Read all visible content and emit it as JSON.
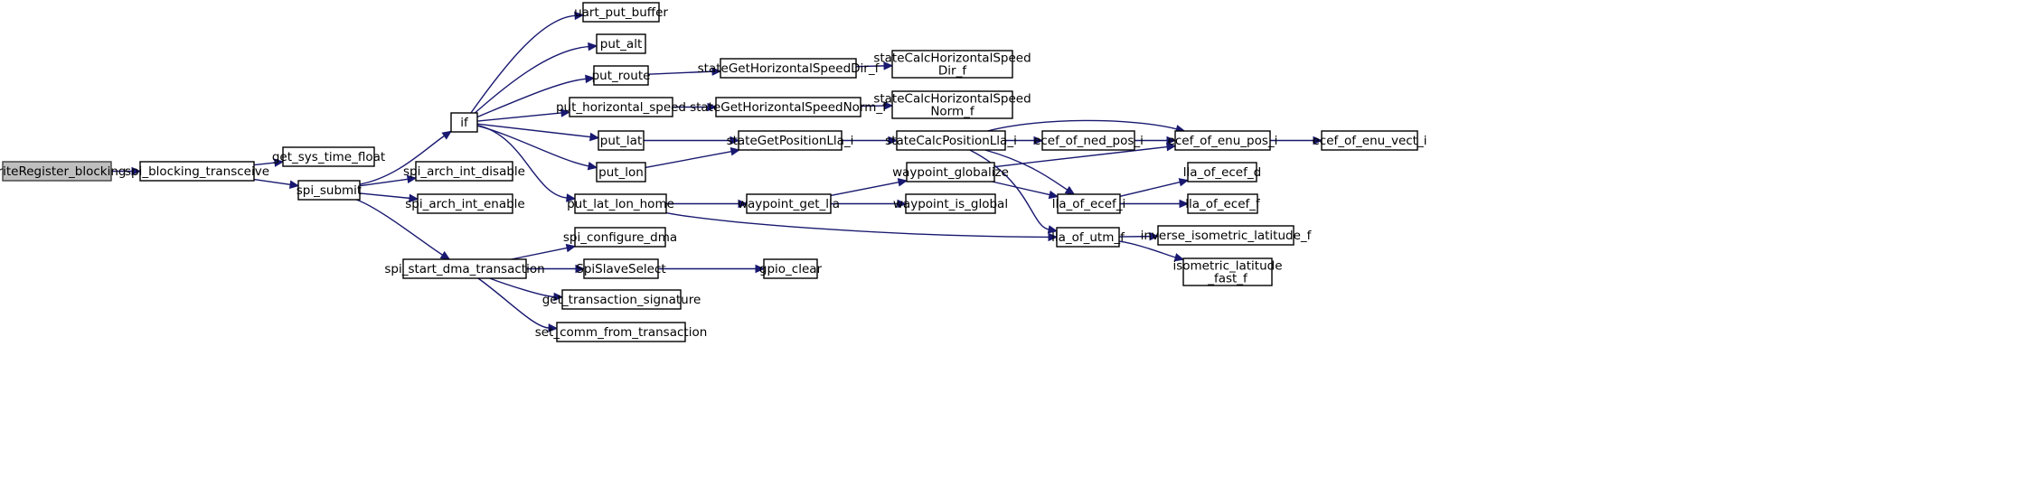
{
  "diagram": {
    "edge_color": "#191970",
    "root_fill": "#bfbfbf",
    "nodes": {
      "writeRegister_blocking": {
        "label": [
          "writeRegister_blocking"
        ],
        "root": true
      },
      "spi_blocking_transceive": {
        "label": [
          "spi_blocking_transceive"
        ]
      },
      "get_sys_time_float": {
        "label": [
          "get_sys_time_float"
        ]
      },
      "spi_submit": {
        "label": [
          "spi_submit"
        ]
      },
      "if": {
        "label": [
          "if"
        ]
      },
      "spi_arch_int_disable": {
        "label": [
          "spi_arch_int_disable"
        ]
      },
      "spi_arch_int_enable": {
        "label": [
          "spi_arch_int_enable"
        ]
      },
      "spi_start_dma_transaction": {
        "label": [
          "spi_start_dma_transaction"
        ]
      },
      "uart_put_buffer": {
        "label": [
          "uart_put_buffer"
        ]
      },
      "put_alt": {
        "label": [
          "put_alt"
        ]
      },
      "put_route": {
        "label": [
          "put_route"
        ]
      },
      "put_horizontal_speed": {
        "label": [
          "put_horizontal_speed"
        ]
      },
      "put_lat": {
        "label": [
          "put_lat"
        ]
      },
      "put_lon": {
        "label": [
          "put_lon"
        ]
      },
      "put_lat_lon_home": {
        "label": [
          "put_lat_lon_home"
        ]
      },
      "spi_configure_dma": {
        "label": [
          "spi_configure_dma"
        ]
      },
      "SpiSlaveSelect": {
        "label": [
          "SpiSlaveSelect"
        ]
      },
      "get_transaction_signature": {
        "label": [
          "get_transaction_signature"
        ]
      },
      "set_comm_from_transaction": {
        "label": [
          "set_comm_from_transaction"
        ]
      },
      "stateGetHorizontalSpeedDir_f": {
        "label": [
          "stateGetHorizontalSpeedDir_f"
        ]
      },
      "stateGetHorizontalSpeedNorm_f": {
        "label": [
          "stateGetHorizontalSpeedNorm_f"
        ]
      },
      "stateGetPositionLla_i": {
        "label": [
          "stateGetPositionLla_i"
        ]
      },
      "waypoint_get_lla": {
        "label": [
          "waypoint_get_lla"
        ]
      },
      "gpio_clear": {
        "label": [
          "gpio_clear"
        ]
      },
      "stateCalcHorizontalSpeedDir_f": {
        "label": [
          "stateCalcHorizontalSpeed",
          "Dir_f"
        ]
      },
      "stateCalcHorizontalSpeedNorm_f": {
        "label": [
          "stateCalcHorizontalSpeed",
          "Norm_f"
        ]
      },
      "stateCalcPositionLla_i": {
        "label": [
          "stateCalcPositionLla_i"
        ]
      },
      "waypoint_globalize": {
        "label": [
          "waypoint_globalize"
        ]
      },
      "waypoint_is_global": {
        "label": [
          "waypoint_is_global"
        ]
      },
      "ecef_of_ned_pos_i": {
        "label": [
          "ecef_of_ned_pos_i"
        ]
      },
      "lla_of_ecef_i": {
        "label": [
          "lla_of_ecef_i"
        ]
      },
      "lla_of_utm_f": {
        "label": [
          "lla_of_utm_f"
        ]
      },
      "ecef_of_enu_pos_i": {
        "label": [
          "ecef_of_enu_pos_i"
        ]
      },
      "lla_of_ecef_d": {
        "label": [
          "lla_of_ecef_d"
        ]
      },
      "lla_of_ecef_f": {
        "label": [
          "lla_of_ecef_f"
        ]
      },
      "inverse_isometric_latitude_f": {
        "label": [
          "inverse_isometric_latitude_f"
        ]
      },
      "isometric_latitude_fast_f": {
        "label": [
          "isometric_latitude",
          "_fast_f"
        ]
      },
      "ecef_of_enu_vect_i": {
        "label": [
          "ecef_of_enu_vect_i"
        ]
      }
    },
    "edges": [
      [
        "writeRegister_blocking",
        "spi_blocking_transceive"
      ],
      [
        "spi_blocking_transceive",
        "get_sys_time_float"
      ],
      [
        "spi_blocking_transceive",
        "spi_submit"
      ],
      [
        "spi_submit",
        "if"
      ],
      [
        "spi_submit",
        "spi_arch_int_disable"
      ],
      [
        "spi_submit",
        "spi_arch_int_enable"
      ],
      [
        "spi_submit",
        "spi_start_dma_transaction"
      ],
      [
        "if",
        "uart_put_buffer"
      ],
      [
        "if",
        "put_alt"
      ],
      [
        "if",
        "put_route"
      ],
      [
        "if",
        "put_horizontal_speed"
      ],
      [
        "if",
        "put_lat"
      ],
      [
        "if",
        "put_lon"
      ],
      [
        "if",
        "put_lat_lon_home"
      ],
      [
        "spi_start_dma_transaction",
        "spi_configure_dma"
      ],
      [
        "spi_start_dma_transaction",
        "SpiSlaveSelect"
      ],
      [
        "spi_start_dma_transaction",
        "get_transaction_signature"
      ],
      [
        "spi_start_dma_transaction",
        "set_comm_from_transaction"
      ],
      [
        "put_route",
        "stateGetHorizontalSpeedDir_f"
      ],
      [
        "put_horizontal_speed",
        "stateGetHorizontalSpeedNorm_f"
      ],
      [
        "put_lat",
        "stateGetPositionLla_i"
      ],
      [
        "put_lon",
        "stateGetPositionLla_i"
      ],
      [
        "put_lat_lon_home",
        "waypoint_get_lla"
      ],
      [
        "put_lat_lon_home",
        "lla_of_utm_f"
      ],
      [
        "SpiSlaveSelect",
        "gpio_clear"
      ],
      [
        "stateGetHorizontalSpeedDir_f",
        "stateCalcHorizontalSpeedDir_f"
      ],
      [
        "stateGetHorizontalSpeedNorm_f",
        "stateCalcHorizontalSpeedNorm_f"
      ],
      [
        "stateGetPositionLla_i",
        "stateCalcPositionLla_i"
      ],
      [
        "waypoint_get_lla",
        "waypoint_globalize"
      ],
      [
        "waypoint_get_lla",
        "waypoint_is_global"
      ],
      [
        "stateCalcPositionLla_i",
        "ecef_of_ned_pos_i"
      ],
      [
        "stateCalcPositionLla_i",
        "ecef_of_enu_pos_i"
      ],
      [
        "stateCalcPositionLla_i",
        "lla_of_ecef_i"
      ],
      [
        "stateCalcPositionLla_i",
        "lla_of_utm_f"
      ],
      [
        "waypoint_globalize",
        "ecef_of_enu_pos_i"
      ],
      [
        "waypoint_globalize",
        "lla_of_ecef_i"
      ],
      [
        "ecef_of_ned_pos_i",
        "ecef_of_enu_pos_i"
      ],
      [
        "ecef_of_enu_pos_i",
        "ecef_of_enu_vect_i"
      ],
      [
        "lla_of_ecef_i",
        "lla_of_ecef_d"
      ],
      [
        "lla_of_ecef_i",
        "lla_of_ecef_f"
      ],
      [
        "lla_of_utm_f",
        "inverse_isometric_latitude_f"
      ],
      [
        "lla_of_utm_f",
        "isometric_latitude_fast_f"
      ]
    ]
  }
}
